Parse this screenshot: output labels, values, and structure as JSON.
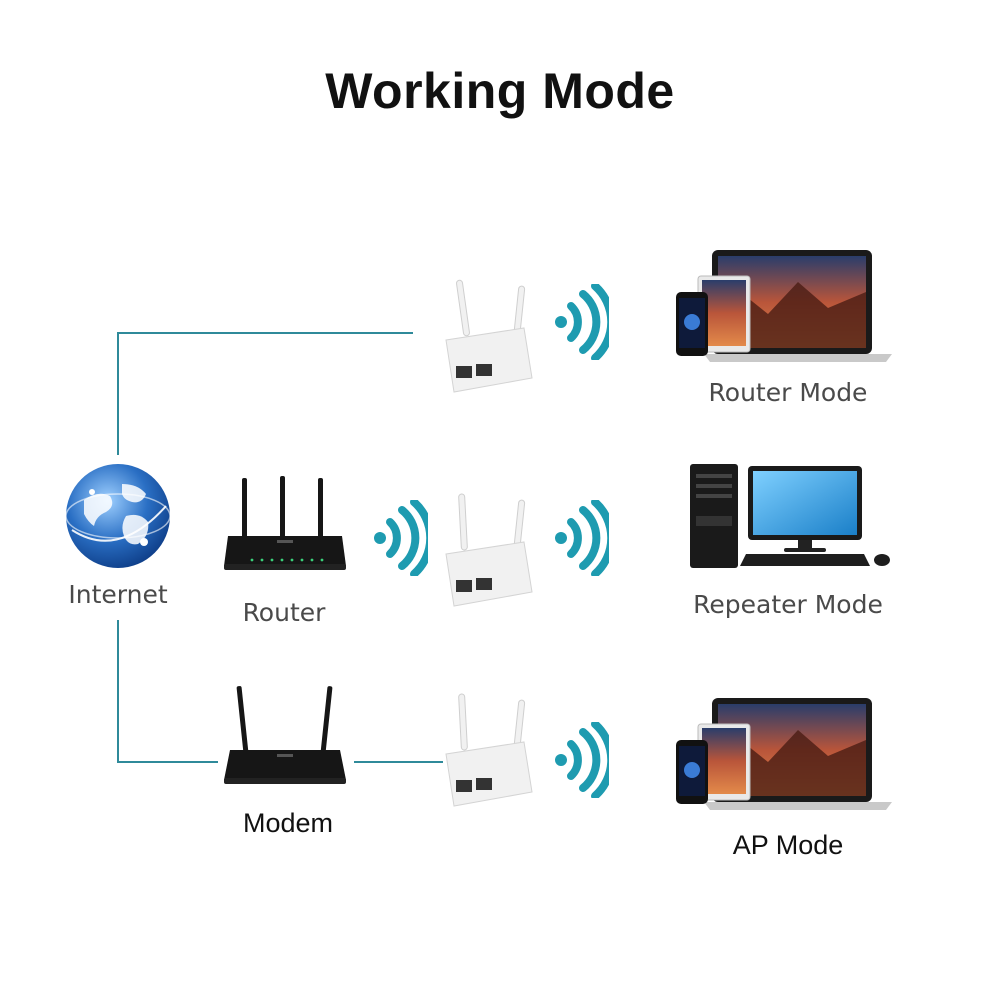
{
  "title": "Working Mode",
  "nodes": {
    "internet": "Internet",
    "router": "Router",
    "modem": "Modem"
  },
  "modes": {
    "router_mode": "Router Mode",
    "repeater_mode": "Repeater Mode",
    "ap_mode": "AP Mode"
  },
  "colors": {
    "line": "#2f8a9a",
    "wifi": "#1e9bb0",
    "globe": "#2a6fc4",
    "device_dark": "#161616",
    "extender": "#f1f1f1"
  }
}
